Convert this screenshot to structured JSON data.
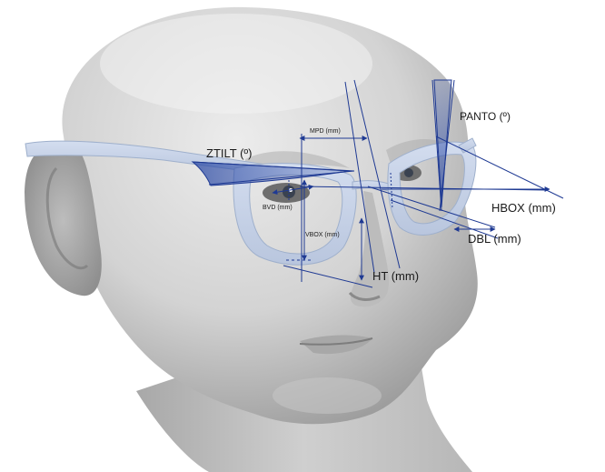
{
  "labels": {
    "ztilt": "ZTILT (º)",
    "mpd": "MPD (mm)",
    "bvd": "BVD (mm)",
    "vbox": "VBOX (mm)",
    "ht": "HT (mm)",
    "panto": "PANTO (º)",
    "hbox": "HBOX (mm)",
    "dbl": "DBL (mm)"
  },
  "colors": {
    "background": "#ffffff",
    "skin_light": "#e6e6e6",
    "skin_mid": "#c9c9c9",
    "skin_dark": "#8e8e8e",
    "frame": "#c7d2e6",
    "frame_edge": "#9fb0cc",
    "measure_line": "#1f3a93",
    "measure_fill": "#2b4aa6",
    "label_text": "#1a1a1a"
  }
}
